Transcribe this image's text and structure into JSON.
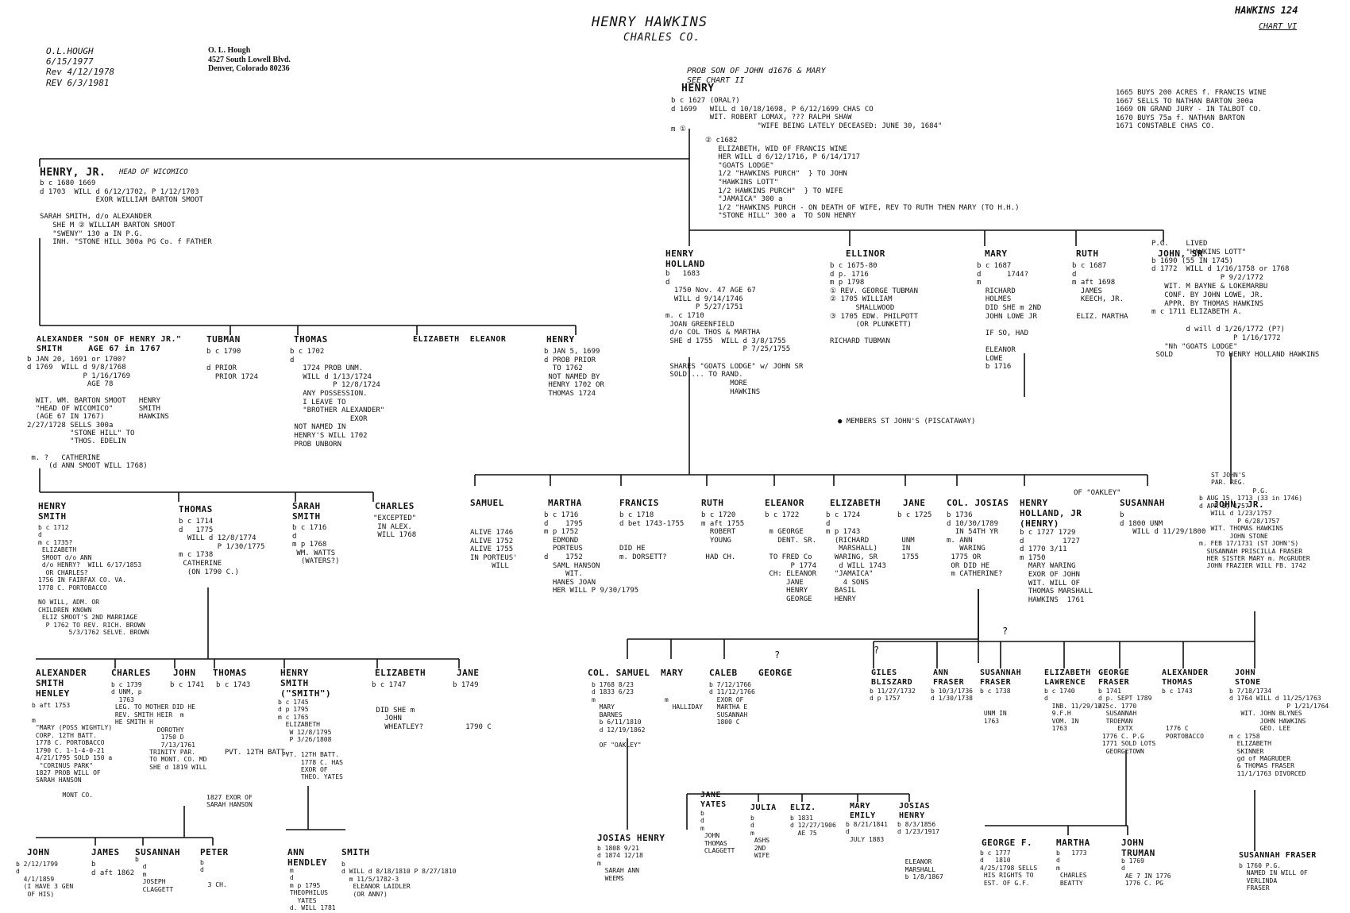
{
  "header": {
    "title": "HENRY HAWKINS",
    "subtitle": "CHARLES CO.",
    "file_ref": "HAWKINS 124",
    "chart_ref": "CHART VI",
    "author": "O.L.HOUGH\n6/15/1977\nRev 4/12/1978\nREV 6/3/1981",
    "address": "O. L. Hough\n4527 South Lowell Blvd.\nDenver, Colorado 80236"
  },
  "root": {
    "note": "PROB SON OF JOHN d1676 & MARY\nSEE CHART II",
    "name": "HENRY",
    "details": "b c 1627 (ORAL?)\nd 1699   WILL d 10/18/1698, P 6/12/1699 CHAS CO\n         WIT. ROBERT LOMAX, ??? RALPH SHAW\n                    \"WIFE BEING LATELY DECEASED: JUNE 30, 1684\"",
    "marriage1": "m ①",
    "side_note": "1665 BUYS 200 ACRES f. FRANCIS WINE\n1667 SELLS TO NATHAN BARTON 300a\n1669 ON GRAND JURY - IN TALBOT CO.\n1670 BUYS 75a f. NATHAN BARTON\n1671 CONSTABLE CHAS CO.",
    "marriage2": "② c1682\n   ELIZABETH, WID OF FRANCIS WINE\n   HER WILL d 6/12/1716, P 6/14/1717\n   \"GOATS LODGE\"\n   1/2 \"HAWKINS PURCH\"  } TO JOHN\n   \"HAWKINS LOTT\"\n   1/2 HAWKINS PURCH\"  } TO WIFE\n   \"JAMAICA\" 300 a\n   1/2 \"HAWKINS PURCH - ON DEATH OF WIFE, REV TO RUTH THEN MARY (TO H.H.)\n   \"STONE HILL\" 300 a  TO SON HENRY"
  },
  "generation2": [
    {
      "name": "HENRY, JR.",
      "role": "HEAD OF WICOMICO",
      "details": "b c 1680 1669\nd 1703  WILL d 6/12/1702, P 1/12/1703\n             EXOR WILLIAM BARTON SMOOT\n\nSARAH SMITH, d/o ALEXANDER\n   SHE M ② WILLIAM BARTON SMOOT\n   \"SWENY\" 130 a IN P.G.\n   INH. \"STONE HILL 300a PG Co. f FATHER"
    },
    {
      "name": "HENRY\nHOLLAND",
      "details": "b   1683\nd\n  1750 Nov. 47 AGE 67\n  WILL d 9/14/1746\n       P 5/27/1751\nm. c 1710\n JOAN GREENFIELD\n d/o COL THOS & MARTHA\n SHE d 1755  WILL d 3/8/1755\n                  P 7/25/1755\n\n SHARES \"GOATS LODGE\" w/ JOHN SR\n SOLD ... TO RAND.\n               MORE\n               HAWKINS"
    },
    {
      "name": "ELLINOR",
      "details": "b c 1675-80\nd p. 1716\nm p 1798\n① REV. GEORGE TUBMAN\n② 1705 WILLIAM\n      SMALLWOOD\n③ 1705 EDW. PHILPOTT\n      (OR PLUNKETT)\n\nRICHARD TUBMAN"
    },
    {
      "name": "MARY",
      "details": "b c 1687\nd      1744?\nm\n  RICHARD\n  HOLMES\n  DID SHE m 2ND\n  JOHN LOWE JR\n\n  IF SO, HAD\n\n  ELEANOR\n  LOWE\n  b 1716"
    },
    {
      "name": "RUTH",
      "details": "b c 1687\nd\nm aft 1698\n  JAMES\n  KEECH, JR.\n\n ELIZ. MARTHA"
    },
    {
      "name": "JOHN, SR",
      "details": "P.G.    LIVED\n        \"HAWKINS LOTT\"\nb 1690 (55 IN 1745)\nd 1772  WILL d 1/16/1758 or 1768\n                P 9/2/1772\n   WIT. M BAYNE & LOKEMARBU\n   CONF. BY JOHN LOWE, JR.\n   APPR. BY THOMAS HAWKINS\nm c 1711 ELIZABETH A.\n\n        d will d 1/26/1772 (P?)\n                   P 1/16/1772\n   \"Nh \"GOATS LODGE\"\n SOLD          TO HENRY HOLLAND HAWKINS"
    }
  ],
  "members": "● MEMBERS ST JOHN'S (PISCATAWAY)",
  "st_johns": "ST JOHN'S\nPAR. REG.",
  "generation3_henry_jr": [
    {
      "name": "ALEXANDER \"SON OF HENRY JR.\"\nSMITH     AGE 67 in 1767",
      "details": "b JAN 20, 1691 or 1700?\nd 1769  WILL d 9/8/1768\n             P 1/16/1769\n              AGE 78\n\n  WIT. WM. BARTON SMOOT   HENRY\n  \"HEAD OF WICOMICO\"      SMITH\n  (AGE 67 IN 1767)        HAWKINS\n2/27/1728 SELLS 300a\n          \"STONE HILL\" TO\n          \"THOS. EDELIN\n\n m. ?   CATHERINE\n     (d ANN SMOOT WILL 1768)"
    },
    {
      "name": "TUBMAN",
      "details": "b c 1790\n\nd PRIOR\n  PRIOR 1724"
    },
    {
      "name": "THOMAS",
      "details": "b c 1702\nd\n   1724 PROB UNM.\n   WILL d 1/13/1724\n          P 12/8/1724\n   ANY POSSESSION.\n   I LEAVE TO\n   \"BROTHER ALEXANDER\"\n              EXOR\n NOT NAMED IN\n HENRY'S WILL 1702\n PROB UNBORN"
    },
    {
      "name": "ELIZABETH  ELEANOR",
      "details": ""
    },
    {
      "name": "HENRY",
      "details": "b JAN 5, 1699\nd PROB PRIOR\n  TO 1762\n NOT NAMED BY\n HENRY 1702 OR\n THOMAS 1724"
    }
  ],
  "generation3_henry_holland": [
    {
      "name": "SAMUEL",
      "details": "ALIVE 1746\nALIVE 1752\nALIVE 1755\nIN PORTEUS'\n     WILL"
    },
    {
      "name": "MARTHA",
      "details": "b c 1716\nd    1795\nm p 1752\n  EDMOND\n  PORTEUS\nd    1752\n  SAML HANSON\n     WIT.\n  HANES JOAN\n  HER WILL P 9/30/1795"
    },
    {
      "name": "FRANCIS",
      "details": "b c 1718\nd bet 1743-1755\n\n\nDID HE\nm. DORSETT?"
    },
    {
      "name": "RUTH",
      "details": "b c 1720\nm aft 1755\n  ROBERT\n  YOUNG\n\n HAD CH."
    },
    {
      "name": "ELEANOR",
      "details": "b c 1722\n\n m GEORGE\n   DENT. SR.\n\n TO FRED Co\n      P 1774\n CH: ELEANOR\n     JANE\n     HENRY\n     GEORGE"
    },
    {
      "name": "ELIZABETH",
      "details": "b c 1724\nd\nm p 1743\n  (RICHARD\n   MARSHALL)\n  WARING, SR\n   d WILL 1743\n  \"JAMAICA\"\n    4 SONS\n  BASIL\n  HENRY"
    },
    {
      "name": "JANE",
      "details": "b c 1725\n\n\n UNM\n IN\n 1755"
    },
    {
      "name": "COL. JOSIAS",
      "details": "b 1736\nd 10/30/1789\n  IN 54TH YR\nm. ANN\n   WARING\n 1775 OR\n OR DID HE\n m CATHERINE?"
    },
    {
      "name": "HENRY\nHOLLAND, JR\n(HENRY)",
      "details": "b c 1727 1729\nd         1727\nd 1770 3/11\nm 1750\n  MARY WARING\n  EXOR OF JOHN\n  WIT. WILL OF\n  THOMAS MARSHALL\n  HAWKINS  1761"
    },
    {
      "name": "SUSANNAH",
      "details": "b\nd 1800 UNM\n   WILL d 11/29/1800"
    }
  ],
  "oakley_note": "OF \"OAKLEY\"",
  "generation3_john_sr": {
    "name": "JOHN, JR.",
    "details": "              P.G.\nb AUG 15, 1713 (33 in 1746)\nd APR 8, 1757\n   WILL d 1/23/1757\n          P 6/28/1757\n   WIT. THOMAS HAWKINS\n        JOHN STONE\nm. FEB 17/1731 (ST JOHN'S)\n  SUSANNAH PRISCILLA FRASER\n  HER SISTER MARY m. McGRUDER\n  JOHN FRAZIER WILL FB. 1742"
  },
  "generation4_henry_smith": [
    {
      "name": "HENRY\nSMITH",
      "details": "b c 1712\nd\nm c 1735?\n ELIZABETH\n SMOOT d/o ANN\n d/o HENRY?  WILL 6/17/1853\n  OR CHARLES?\n1756 IN FAIRFAX CO. VA.\n1778 C. PORTOBACCO\n\nNO WILL, ADM. OR\nCHILDREN KNOWN\n ELIZ SMOOT'S 2ND MARRIAGE\n  P 1762 TO REV. RICH. BROWN\n        5/3/1762 SELVE. BROWN"
    },
    {
      "name": "THOMAS",
      "details": "b c 1714\nd   1775\n  WILL d 12/8/1774\n         P 1/30/1775\nm c 1738\n CATHERINE\n  (ON 1790 C.)"
    },
    {
      "name": "SARAH\nSMITH",
      "details": "b c 1716\nd\nm p 1768\n WM. WATTS\n  (WATERS?)"
    },
    {
      "name": "CHARLES",
      "details": "\"EXCEPTED\"\n IN ALEX.\n WILL 1768"
    }
  ],
  "generation5_thomas": [
    {
      "name": "ALEXANDER\nSMITH\nHENLEY",
      "details": "b aft 1753\n\nm\n \"MARY (POSS WIGHTLY)\n CORP. 12TH BATT.\n 1778 C. PORTOBACCO\n 1790 C. 1-1-4-0-21\n 4/21/1795 SOLD 150 a\n  \"CORINUS PARK\"\n 1827 PROB WILL OF\n SARAH HANSON\n\n        MONT CO."
    },
    {
      "name": "CHARLES",
      "details": "b c 1739\nd UNM, p\n  1763\n LEG. TO MOTHER DID HE\n REV. SMITH HEIR  m\n HE SMITH H\n            DOROTHY\n             1750 D\n             7/13/1761\n          TRINITY PAR.\n          TO MONT. CO. MD\n          SHE d 1819 WILL"
    },
    {
      "name": "JOHN",
      "details": "b c 1741"
    },
    {
      "name": "THOMAS",
      "details": "b c 1743\n\n\n\n\n\n\n\n  PVT. 12TH BATT."
    },
    {
      "name": "HENRY\nSMITH\n(\"SMITH\")",
      "details": "b c 1745\nd p 1795\nm c 1765\n  ELIZABETH\n   W 12/8/1795\n   P 3/26/1808\n\n PVT. 12TH BATT.\n      1778 C. HAS\n      EXOR OF\n      THEO. YATES"
    },
    {
      "name": "ELIZABETH",
      "details": "b c 1747\n\n\n DID SHE m\n   JOHN\n   WHEATLEY?"
    },
    {
      "name": "JANE",
      "details": "b 1749\n\n\n\n\n   1790 C"
    }
  ],
  "hanson_note": "1827 EXOR OF\nSARAH HANSON",
  "generation6_mont": [
    {
      "name": "JOHN",
      "details": "b 2/12/1799\nd\n  4/1/1859\n  (I HAVE 3 GEN\n   OF HIS)"
    },
    {
      "name": "JAMES",
      "details": "b\nd aft 1862"
    },
    {
      "name": "SUSANNAH",
      "details": "b\n  d\n  m\n  JOSEPH\n  CLAGGETT"
    },
    {
      "name": "PETER",
      "details": "b\nd\n\n  3 CH."
    }
  ],
  "generation6_henry_smith": [
    {
      "name": "ANN\nHENDLEY",
      "details": " m\n d\n m p 1795\n THEOPHILUS\n   YATES\n d. WILL 1781"
    },
    {
      "name": "SMITH",
      "details": "b\nd WILL d 8/18/1810 P 8/27/1810\n  m 11/5/1782-3\n   ELEANOR LAIDLER\n   (OR ANN?)"
    }
  ],
  "generation4_henry_holland_jr": [
    {
      "name": "COL. SAMUEL",
      "details": "b 1768 8/23\nd 1833 6/23\nm\n  MARY\n  BARNES\n  b 6/11/1810\n  d 12/19/1862\n\n  OF \"OAKLEY\""
    },
    {
      "name": "MARY",
      "details": "\n\n m\n   HALLIDAY"
    },
    {
      "name": "CALEB",
      "details": "b 7/12/1766\nd 11/12/1766\n  EXOR OF\n  MARTHA E\n  SUSANNAH\n  1800 C"
    },
    {
      "name": "GEORGE",
      "details": ""
    }
  ],
  "generation5_samuel": [
    {
      "name": "JOSIAS HENRY",
      "details": "b 1808 9/21\nd 1874 12/18\nm\n  SARAH ANN\n  WEEMS"
    },
    {
      "name": "JANE\nYATES",
      "details": "b\nd\nm\n JOHN\n THOMAS\n CLAGGETT"
    },
    {
      "name": "JULIA",
      "details": "b\nd\nm\n ASHS\n 2ND\n WIFE"
    },
    {
      "name": "ELIZ.",
      "details": "b 1831\nd 12/27/1906\n  AE 75"
    },
    {
      "name": "MARY\nEMILY",
      "details": "b 8/21/1841\nd\n JULY 1883"
    },
    {
      "name": "JOSIAS\nHENRY",
      "details": "b 8/3/1856\nd 1/23/1917\n\n\n\n  ELEANOR\n  MARSHALL\n  b 1/8/1867"
    }
  ],
  "generation4_josias": [
    {
      "name": "GILES\nBLISZARD",
      "details": "b 11/27/1732\nd p 1757"
    },
    {
      "name": "ANN\nFRASER",
      "details": "b 10/3/1736\nd 1/30/1738"
    },
    {
      "name": "SUSANNAH\nFRASER",
      "details": "b c 1738\n\n\n UNM IN\n 1763"
    },
    {
      "name": "ELIZABETH\nLAWRENCE",
      "details": "b c 1740\nd\n  INB. 11/29/1775\n  9.F.H\n  VOM. IN\n  1763"
    },
    {
      "name": "GEORGE\nFRASER",
      "details": "b 1741\nd p. SEPT 1789\nm. c. 1770\n  SUSANNAH\n  TROEMAN\n     EXTX\n 1776 C. P.G\n 1771 SOLD LOTS\n  GEORGETOWN"
    },
    {
      "name": "ALEXANDER\nTHOMAS",
      "details": "b c 1743\n\n\n\n\n 1776 C\n PORTOBACCO"
    },
    {
      "name": "JOHN\nSTONE",
      "details": "b 7/18/1734\nd 1764 WILL d 11/25/1763\n               P 1/21/1764\n   WIT. JOHN BLYNES\n        JOHN HAWKINS\n        GEO. LEE\nm c 1758\n  ELIZABETH\n  SKINNER\n  gd of MAGRUDER\n  & THOMAS FRASER\n  11/1/1763 DIVORCED"
    }
  ],
  "generation5_george": [
    {
      "name": "GEORGE F.",
      "details": "b c 1777\nd   1810\n4/25/1798 SELLS\n HIS RIGHTS TO\n EST. OF G.F."
    },
    {
      "name": "MARTHA",
      "details": "b   1773\nd\nm\n CHARLES\n BEATTY"
    },
    {
      "name": "JOHN\nTRUMAN",
      "details": "b 1769\nd\n AE 7 IN 1776\n 1776 C. PG"
    }
  ],
  "generation5_john_stone": {
    "name": "SUSANNAH FRASER",
    "details": "b 1760 P.G.\n  NAMED IN WILL OF\n  VERLINDA\n  FRASER"
  },
  "query_mark": "?",
  "query_mark_2": "?",
  "query_mark_3": "?"
}
